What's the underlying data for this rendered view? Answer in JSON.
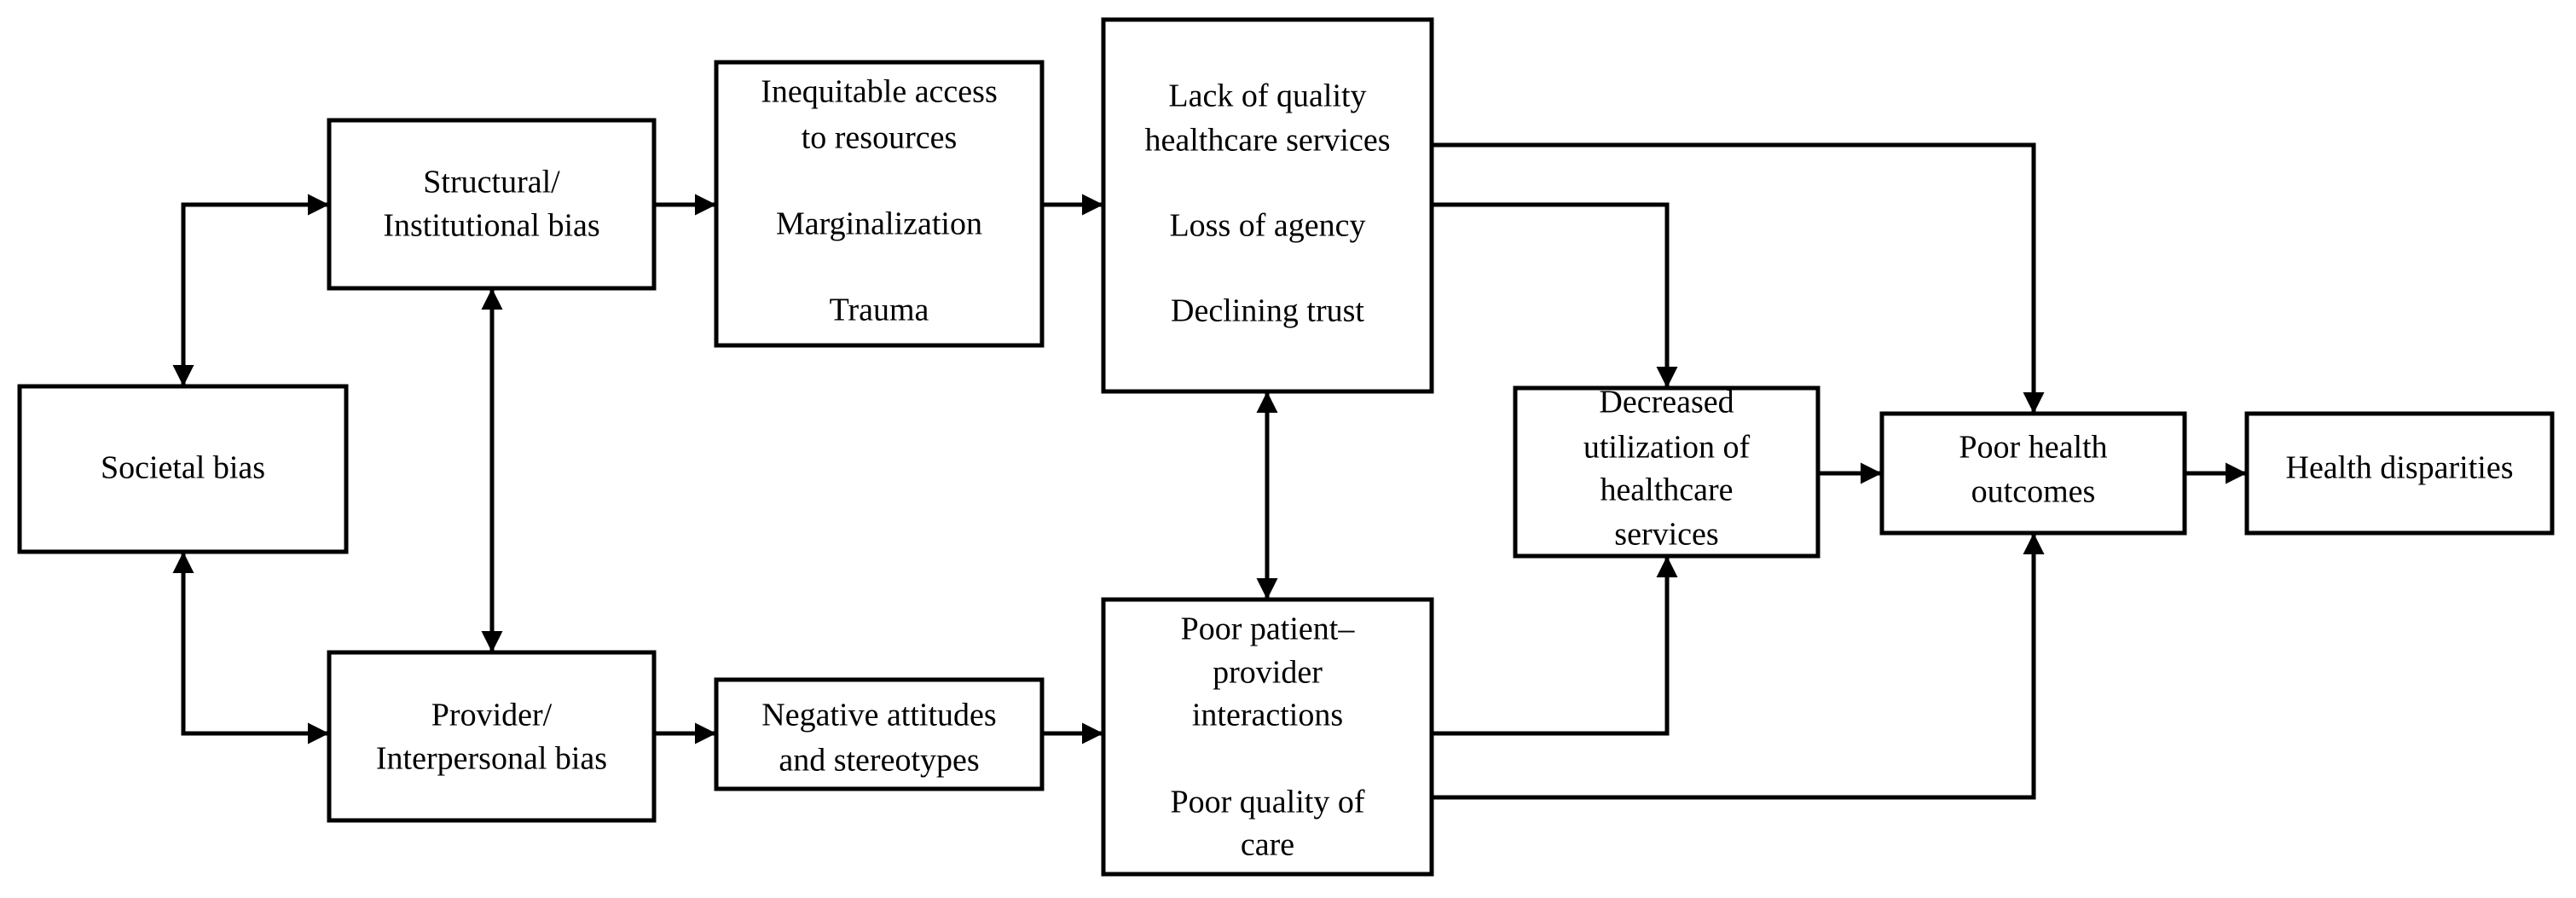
{
  "nodes": {
    "societal_bias": {
      "lines": [
        "Societal bias"
      ]
    },
    "structural_bias": {
      "lines": [
        "Structural/",
        "Institutional bias"
      ]
    },
    "provider_bias": {
      "lines": [
        "Provider/",
        "Interpersonal bias"
      ]
    },
    "inequitable_access": {
      "lines": [
        "Inequitable access",
        "to resources",
        "Marginalization",
        "Trauma"
      ]
    },
    "negative_attitudes": {
      "lines": [
        "Negative attitudes",
        "and stereotypes"
      ]
    },
    "lack_of_quality": {
      "lines": [
        "Lack of quality",
        "healthcare services",
        "Loss of agency",
        "Declining trust"
      ]
    },
    "poor_interactions": {
      "lines": [
        "Poor patient–",
        "provider",
        "interactions",
        "Poor quality of",
        "care"
      ]
    },
    "decreased_utilization": {
      "lines": [
        "Decreased",
        "utilization of",
        "healthcare",
        "services"
      ]
    },
    "poor_outcomes": {
      "lines": [
        "Poor health",
        "outcomes"
      ]
    },
    "health_disparities": {
      "lines": [
        "Health disparities"
      ]
    }
  },
  "edges": [
    {
      "from": "societal_bias",
      "to": "structural_bias",
      "bidirectional": true
    },
    {
      "from": "societal_bias",
      "to": "provider_bias",
      "bidirectional": true
    },
    {
      "from": "structural_bias",
      "to": "provider_bias",
      "bidirectional": true
    },
    {
      "from": "structural_bias",
      "to": "inequitable_access",
      "bidirectional": false
    },
    {
      "from": "provider_bias",
      "to": "negative_attitudes",
      "bidirectional": false
    },
    {
      "from": "inequitable_access",
      "to": "lack_of_quality",
      "bidirectional": false
    },
    {
      "from": "negative_attitudes",
      "to": "poor_interactions",
      "bidirectional": false
    },
    {
      "from": "lack_of_quality",
      "to": "poor_interactions",
      "bidirectional": true
    },
    {
      "from": "lack_of_quality",
      "to": "decreased_utilization",
      "bidirectional": false
    },
    {
      "from": "lack_of_quality",
      "to": "poor_outcomes",
      "bidirectional": false
    },
    {
      "from": "poor_interactions",
      "to": "decreased_utilization",
      "bidirectional": false
    },
    {
      "from": "poor_interactions",
      "to": "poor_outcomes",
      "bidirectional": false
    },
    {
      "from": "decreased_utilization",
      "to": "poor_outcomes",
      "bidirectional": false
    },
    {
      "from": "poor_outcomes",
      "to": "health_disparities",
      "bidirectional": false
    }
  ]
}
